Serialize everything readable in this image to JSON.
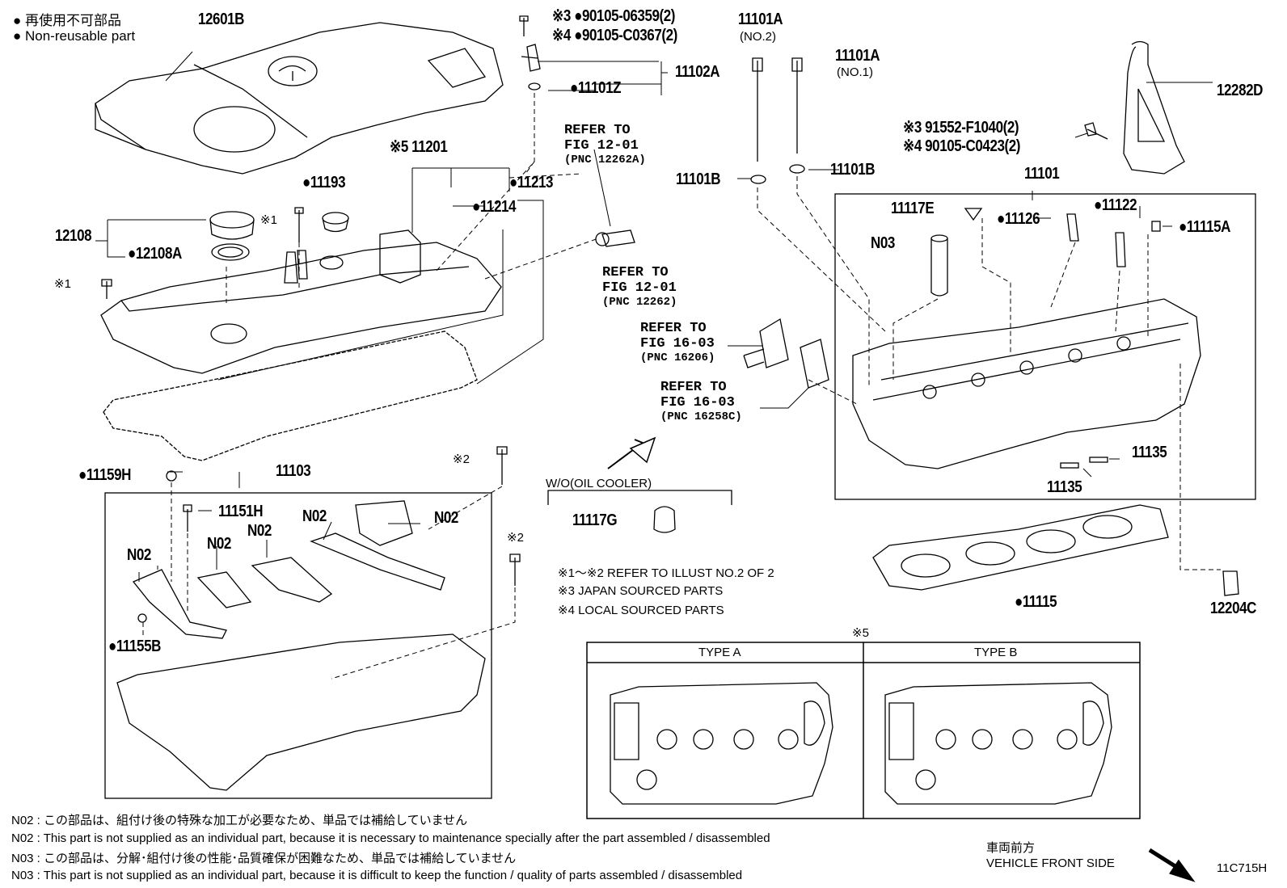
{
  "legend": {
    "jp": "● 再使用不可部品",
    "en": "● Non-reusable part"
  },
  "parts": {
    "p12601B": "12601B",
    "p11102A": "11102A",
    "p11101Z": "●11101Z",
    "bolt_jp3": "※3 ●90105-06359(2)",
    "bolt_lc4": "※4 ●90105-C0367(2)",
    "p11101A_no2": "11101A",
    "no2": "(NO.2)",
    "p11101A_no1": "11101A",
    "no1": "(NO.1)",
    "p12282D": "12282D",
    "bracket_jp3": "※3 91552-F1040(2)",
    "bracket_lc4": "※4 90105-C0423(2)",
    "p11201": "※5 11201",
    "p11193": "●11193",
    "p11213": "●11213",
    "p11214": "●11214",
    "p12108": "12108",
    "p12108A": "●12108A",
    "x1a": "※1",
    "x1b": "※1",
    "p11101B_a": "11101B",
    "p11101B_b": "11101B",
    "p11101": "11101",
    "p11117E": "11117E",
    "p11126": "●11126",
    "p11122": "●11122",
    "p11115A": "●11115A",
    "N03": "N03",
    "p11135a": "11135",
    "p11135b": "11135",
    "p11159H": "●11159H",
    "p11103": "11103",
    "p11151H": "11151H",
    "p11155B": "●11155B",
    "p11115": "●11115",
    "p12204C": "12204C",
    "p11117G": "11117G",
    "x2a": "※2",
    "x2b": "※2"
  },
  "n02_labels": [
    "N02",
    "N02",
    "N02",
    "N02",
    "N02"
  ],
  "refs": {
    "r1": [
      "REFER TO",
      "FIG 12-01",
      "(PNC 12262A)"
    ],
    "r2": [
      "REFER TO",
      "FIG 12-01",
      "(PNC 12262)"
    ],
    "r3": [
      "REFER TO",
      "FIG 16-03",
      "(PNC 16206)"
    ],
    "r4": [
      "REFER TO",
      "FIG 16-03",
      "(PNC 16258C)"
    ]
  },
  "wo_oil_cooler": "W/O(OIL COOLER)",
  "notes": {
    "n1": "※1～※2  REFER TO ILLUST NO.2 OF 2",
    "n3": "※3 JAPAN SOURCED PARTS",
    "n4": "※4 LOCAL SOURCED PARTS"
  },
  "type_table": {
    "marker": "※5",
    "type_a": "TYPE A",
    "type_b": "TYPE B"
  },
  "footnotes": [
    "N02 : この部品は、組付け後の特殊な加工が必要なため、単品では補給していません",
    "N02 : This part is not supplied as an individual part, because it is necessary to maintenance specially after the part assembled / disassembled",
    "N03 : この部品は、分解･組付け後の性能･品質確保が困難なため、単品では補給していません",
    "N03 : This part is not supplied as an individual part, because it is difficult to keep the function / quality of parts  assembled / disassembled"
  ],
  "vehicle_front": {
    "jp": "車両前方",
    "en": "VEHICLE FRONT SIDE"
  },
  "illust_code": "11C715H"
}
